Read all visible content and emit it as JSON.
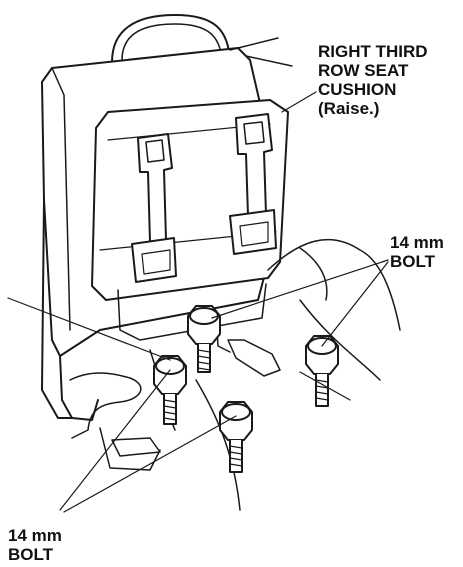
{
  "labels": {
    "cushion": {
      "lines": [
        "RIGHT THIRD",
        "ROW SEAT",
        "CUSHION",
        "(Raise.)"
      ]
    },
    "bolt_right": {
      "lines": [
        "14 mm",
        "BOLT"
      ]
    },
    "bolt_left": {
      "lines": [
        "14 mm",
        "BOLT"
      ]
    }
  },
  "colors": {
    "line": "#1a1a1a",
    "background": "#ffffff",
    "shade": "#d9d9d9"
  }
}
